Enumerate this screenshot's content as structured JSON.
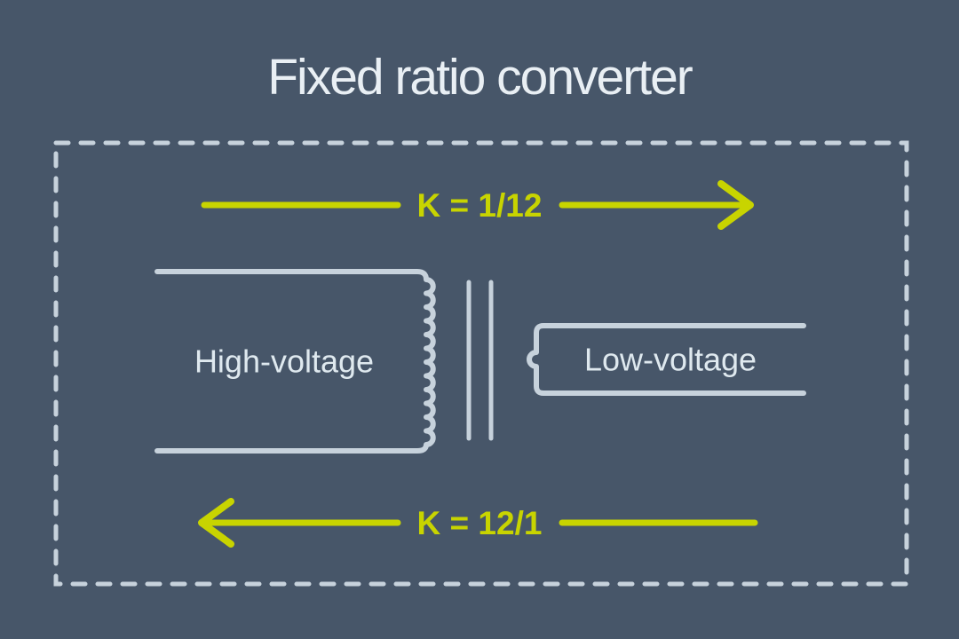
{
  "title": "Fixed ratio converter",
  "colors": {
    "background": "#475669",
    "accent": "#c8d400",
    "line": "#c7d2dc",
    "title_text": "#e9eff4",
    "label_text": "#dfe9ef"
  },
  "diagram": {
    "top_arrow": {
      "label": "K = 1/12",
      "direction": "right"
    },
    "bottom_arrow": {
      "label": "K = 12/1",
      "direction": "left"
    },
    "transformer": {
      "primary_label": "High-voltage",
      "secondary_label": "Low-voltage"
    }
  }
}
